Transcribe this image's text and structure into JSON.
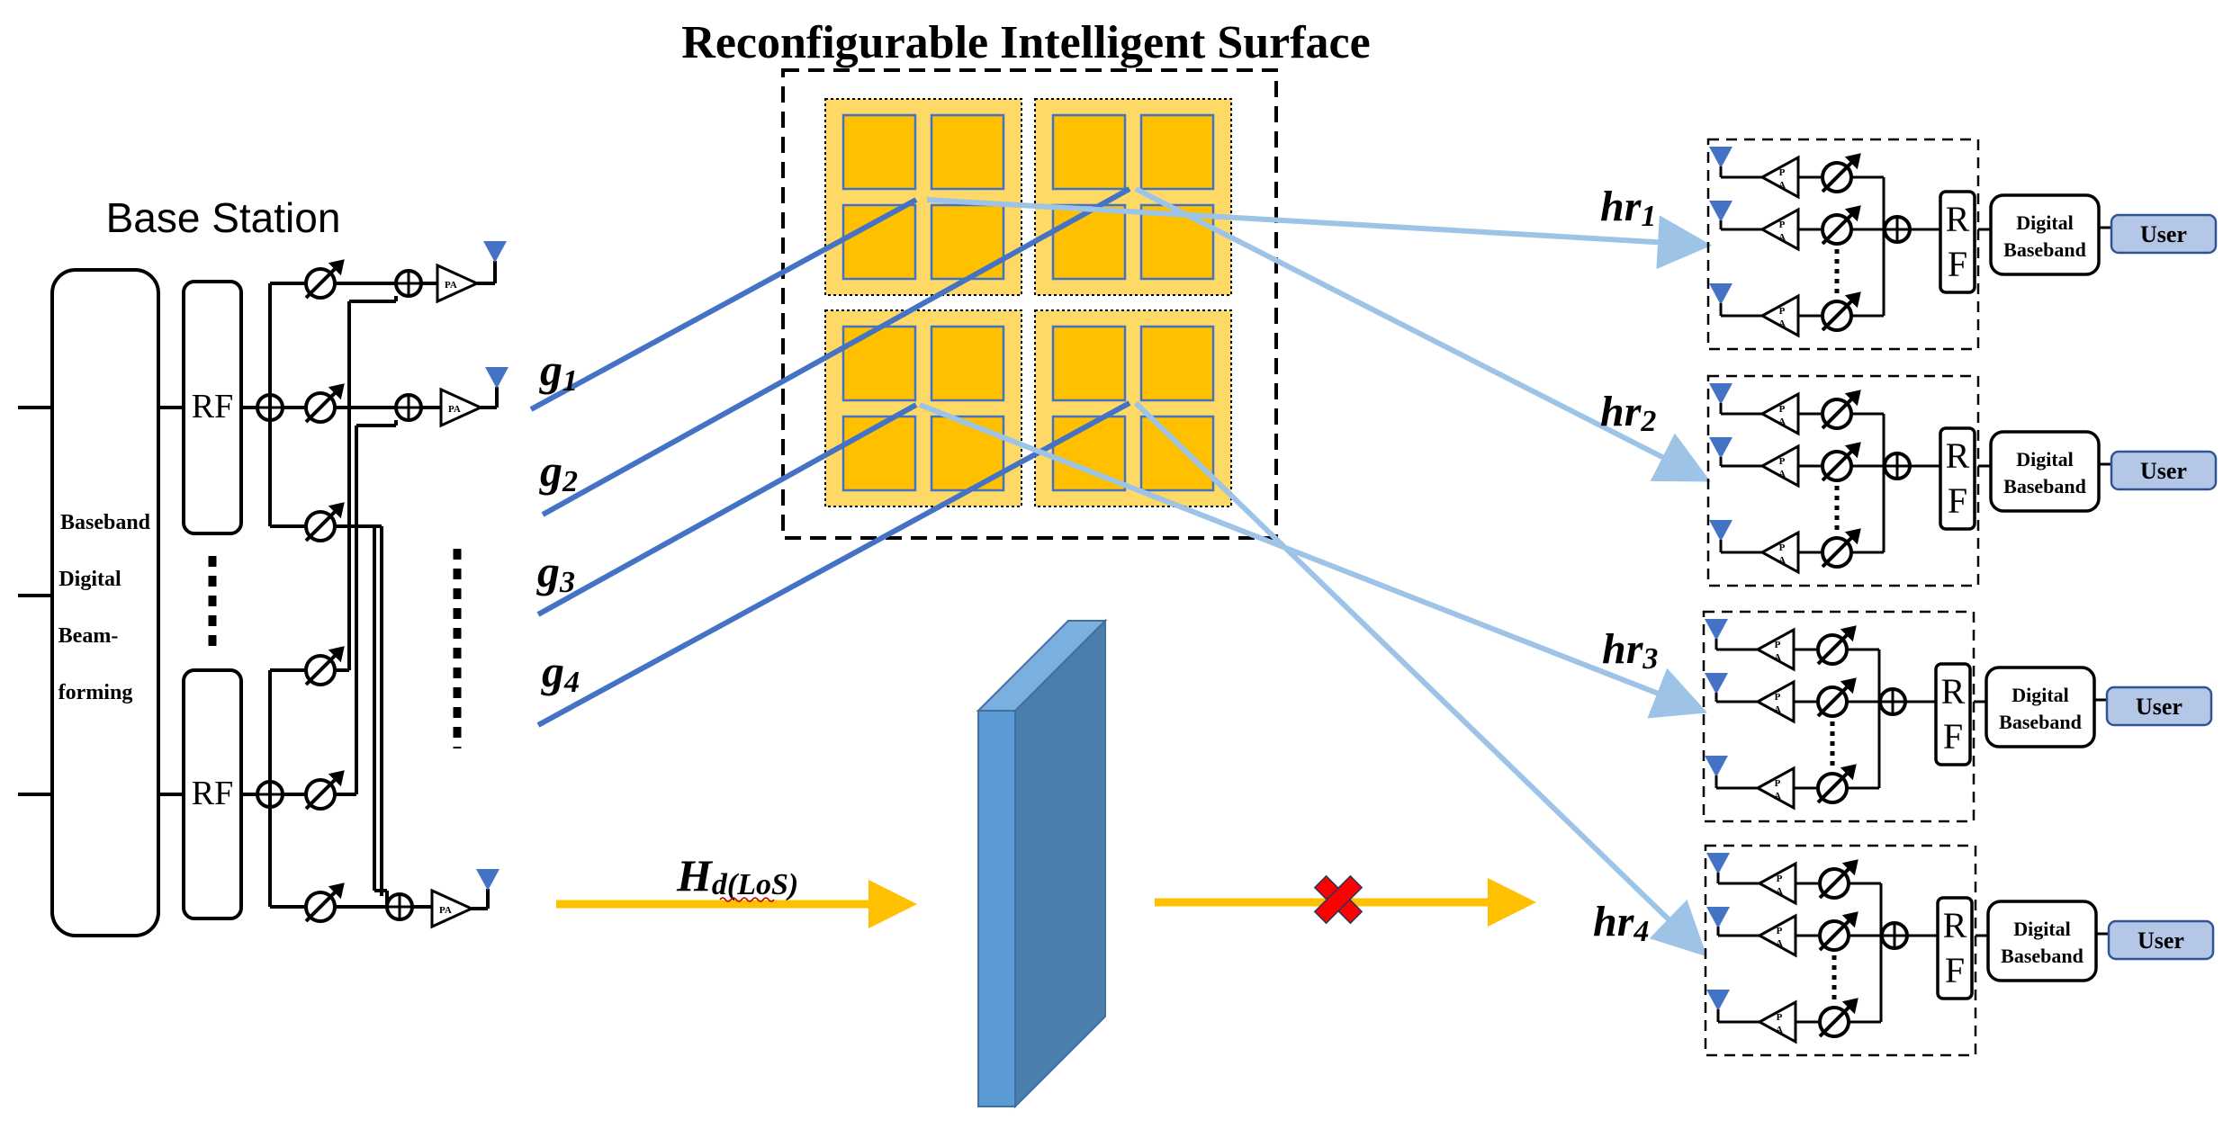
{
  "title": "Reconfigurable Intelligent Surface",
  "base_station": {
    "label": "Base Station",
    "baseband_lines": [
      "Baseband",
      "Digital",
      "Beam-",
      "forming"
    ],
    "rf_label": "RF",
    "pa_label": "PA"
  },
  "channels": {
    "g": [
      {
        "main": "g",
        "sub": "1"
      },
      {
        "main": "g",
        "sub": "2"
      },
      {
        "main": "g",
        "sub": "3"
      },
      {
        "main": "g",
        "sub": "4"
      }
    ],
    "direct": {
      "main": "H",
      "sub": "d(LoS)"
    }
  },
  "users": [
    {
      "hr_main": "hr",
      "hr_sub": "1",
      "db_line1": "Digital",
      "db_line2": "Baseband",
      "rf_line1": "R",
      "rf_line2": "F",
      "user_label": "User"
    },
    {
      "hr_main": "hr",
      "hr_sub": "2",
      "db_line1": "Digital",
      "db_line2": "Baseband",
      "rf_line1": "R",
      "rf_line2": "F",
      "user_label": "User"
    },
    {
      "hr_main": "hr",
      "hr_sub": "3",
      "db_line1": "Digital",
      "db_line2": "Baseband",
      "rf_line1": "R",
      "rf_line2": "F",
      "user_label": "User"
    },
    {
      "hr_main": "hr",
      "hr_sub": "4",
      "db_line1": "Digital",
      "db_line2": "Baseband",
      "rf_line1": "R",
      "rf_line2": "F",
      "user_label": "User"
    }
  ],
  "colors": {
    "ris_tile_bg": "#FFD966",
    "ris_element": "#FFC000",
    "ris_element_border": "#4472C4",
    "g_link": "#4472C4",
    "hr_link": "#9DC3E6",
    "los_arrow": "#FFC000",
    "blocker_front": "#5B9BD5",
    "blocker_side": "#4A7EAD",
    "blocker_top": "#7AAFE0",
    "antenna": "#4472C4",
    "user_box": "#B4C7E7",
    "blocked_mark": "#FF0000"
  }
}
